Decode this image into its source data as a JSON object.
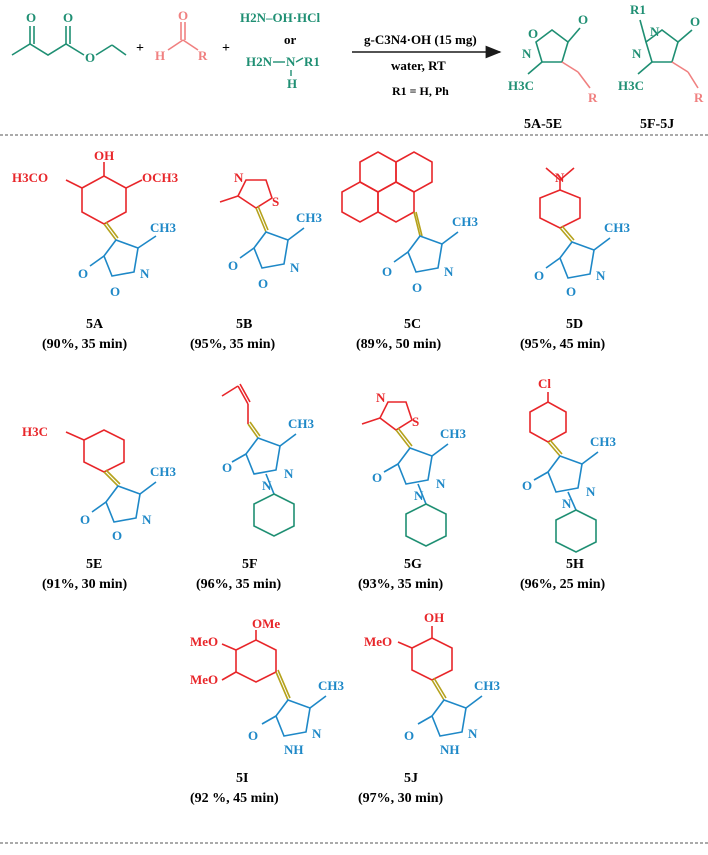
{
  "colors": {
    "black": "#1a1a1a",
    "red": "#e8262a",
    "teal": "#1f8f73",
    "blue": "#1e88c7",
    "olive": "#b5a21c",
    "pink": "#f08080"
  },
  "reaction": {
    "plus1": "+",
    "plus2": "+",
    "aldehyde_O": "O",
    "aldehyde_H": "H",
    "aldehyde_R": "R",
    "ketoester_O1": "O",
    "ketoester_O2": "O",
    "ketoester_O3": "O",
    "hydroxylamine": "H2N–OH·HCl",
    "or": "or",
    "hydrazine_H2N": "H2N",
    "hydrazine_N": "N",
    "hydrazine_H": "H",
    "hydrazine_R1": "R1",
    "catalyst": "g-C3N4·OH (15 mg)",
    "solvent": "water, RT",
    "r1_note": "R1 = H, Ph",
    "prod1_label": "5A-5E",
    "prod2_label": "5F-5J"
  },
  "products": [
    {
      "id": "5A",
      "label": "5A",
      "yield": "(90%, 35 min)",
      "subst": "H3CO, OH, OCH3"
    },
    {
      "id": "5B",
      "label": "5B",
      "yield": "(95%, 35 min)"
    },
    {
      "id": "5C",
      "label": "5C",
      "yield": "(89%, 50 min)"
    },
    {
      "id": "5D",
      "label": "5D",
      "yield": "(95%, 45 min)"
    },
    {
      "id": "5E",
      "label": "5E",
      "yield": "(91%, 30 min)"
    },
    {
      "id": "5F",
      "label": "5F",
      "yield": "(96%, 35 min)"
    },
    {
      "id": "5G",
      "label": "5G",
      "yield": "(93%, 35 min)"
    },
    {
      "id": "5H",
      "label": "5H",
      "yield": "(96%, 25 min)"
    },
    {
      "id": "5I",
      "label": "5I",
      "yield": "(92 %, 45 min)"
    },
    {
      "id": "5J",
      "label": "5J",
      "yield": "(97%, 30 min)"
    }
  ],
  "atoms": {
    "O": "O",
    "N": "N",
    "NH": "NH",
    "S": "S",
    "Cl": "Cl",
    "OH": "OH",
    "CH3": "CH3",
    "H3C": "H3C",
    "MeO": "MeO",
    "OMe": "OMe",
    "H3CO": "H3CO",
    "OCH3": "OCH3"
  }
}
